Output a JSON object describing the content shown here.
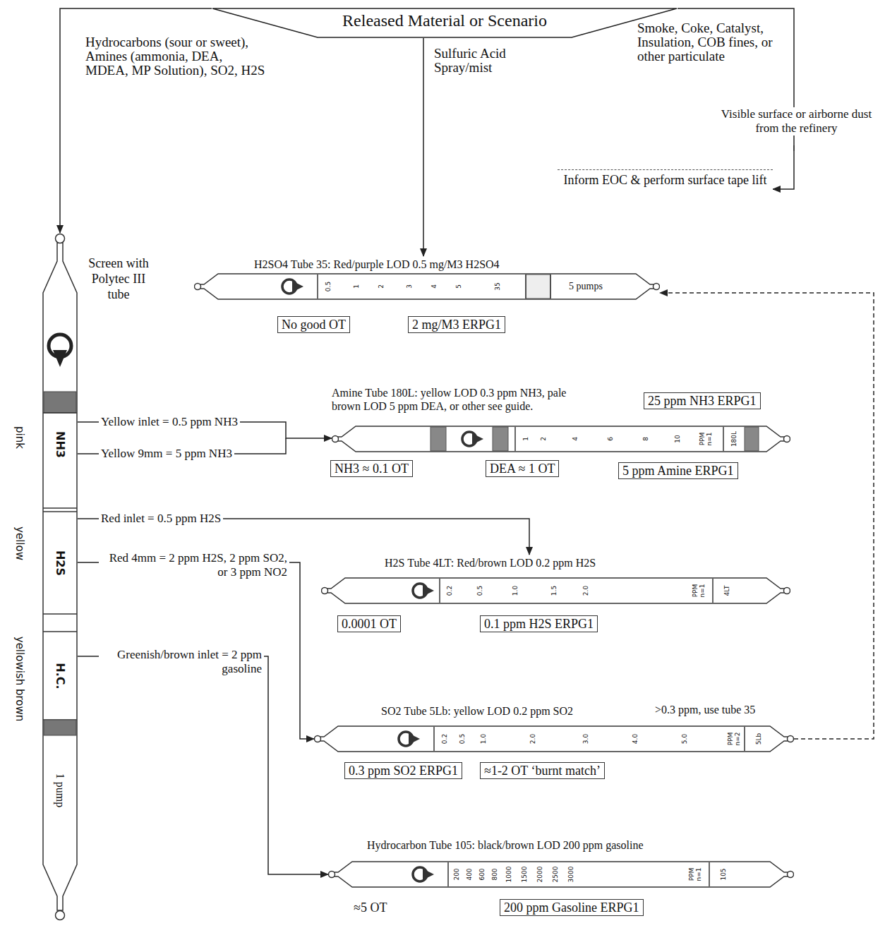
{
  "diagram": {
    "nodes": [
      {
        "text": [
          "Released Material or Scenario"
        ]
      },
      {
        "text": [
          "Inform EOC & perform surface tape lift"
        ]
      },
      {
        "text": [
          "H2SO4 Tube 35: Red/purple LOD 0.5 mg/M3 H2SO4",
          "0.5",
          "1",
          "2",
          "3",
          "4",
          "5",
          "35",
          "5 pumps"
        ]
      },
      {
        "text": [
          "No good OT"
        ]
      },
      {
        "text": [
          "2 mg/M3 ERPG1"
        ]
      },
      {
        "text": [
          "Screen with Polytec III tube",
          "NH3",
          "H2S",
          "H.C.",
          "1 pump"
        ]
      },
      {
        "text": [
          "Amine Tube 180L: yellow LOD 0.3 ppm NH3, pale brown LOD 5 ppm DEA, or other see guide.",
          "1",
          "2",
          "4",
          "6",
          "8",
          "10",
          "PPM n=1",
          "180L"
        ]
      },
      {
        "text": [
          "25 ppm NH3 ERPG1"
        ]
      },
      {
        "text": [
          "NH3 ≈ 0.1 OT"
        ]
      },
      {
        "text": [
          "DEA ≈ 1 OT"
        ]
      },
      {
        "text": [
          "5 ppm Amine ERPG1"
        ]
      },
      {
        "text": [
          "H2S Tube 4LT: Red/brown LOD 0.2 ppm H2S",
          "0.2",
          "0.5",
          "1.0",
          "1.5",
          "2.0",
          "PPM n=1",
          "4LT"
        ]
      },
      {
        "text": [
          "0.0001 OT"
        ]
      },
      {
        "text": [
          "0.1 ppm H2S ERPG1"
        ]
      },
      {
        "text": [
          "SO2 Tube 5Lb: yellow LOD 0.2 ppm SO2",
          "0.2",
          "0.5",
          "1.0",
          "2.0",
          "3.0",
          "4.0",
          "5.0",
          "PPM n=2",
          "5Lb"
        ]
      },
      {
        "text": [
          "0.3 ppm SO2 ERPG1"
        ]
      },
      {
        "text": [
          "≈1-2 OT ‘burnt match’"
        ]
      },
      {
        "text": [
          "Hydrocarbon Tube 105: black/brown LOD 200 ppm gasoline",
          "200",
          "400",
          "600",
          "800",
          "1000",
          "1500",
          "2000",
          "2500",
          "3000",
          "PPM n=1",
          "105"
        ]
      },
      {
        "text": [
          "200 ppm Gasoline ERPG1"
        ]
      }
    ],
    "edges": [
      {
        "from": 0,
        "to": 5,
        "arrow": "to",
        "label": "Hydrocarbons (sour or sweet), Amines (ammonia, DEA, MDEA, MP Solution), SO2, H2S"
      },
      {
        "from": 0,
        "to": 2,
        "arrow": "to",
        "label": "Sulfuric Acid Spray/mist"
      },
      {
        "from": 0,
        "to": 1,
        "arrow": "to",
        "label": "Smoke, Coke, Catalyst, Insulation, COB fines, or other particulate"
      },
      {
        "from": 5,
        "to": 6,
        "arrow": "to",
        "label": "Yellow inlet = 0.5 ppm NH3"
      },
      {
        "from": 5,
        "to": 11,
        "arrow": "to",
        "label": "Red inlet = 0.5 ppm H2S"
      },
      {
        "from": 5,
        "to": 14,
        "arrow": "to",
        "label": "Red 4mm = 2 ppm H2S, 2 ppm SO2, or 3 ppm NO2"
      },
      {
        "from": 5,
        "to": 17,
        "arrow": "to",
        "label": "Greenish/brown inlet = 2 ppm gasoline"
      },
      {
        "from": 14,
        "to": 2,
        "arrow": "to",
        "label": ">0.3 ppm, use tube 35"
      }
    ],
    "labels": [
      "Visible surface or airborne dust from the refinery",
      "Yellow 9mm = 5 ppm NH3",
      "pink",
      "yellow",
      "yellowish brown",
      "≈5 OT"
    ]
  }
}
